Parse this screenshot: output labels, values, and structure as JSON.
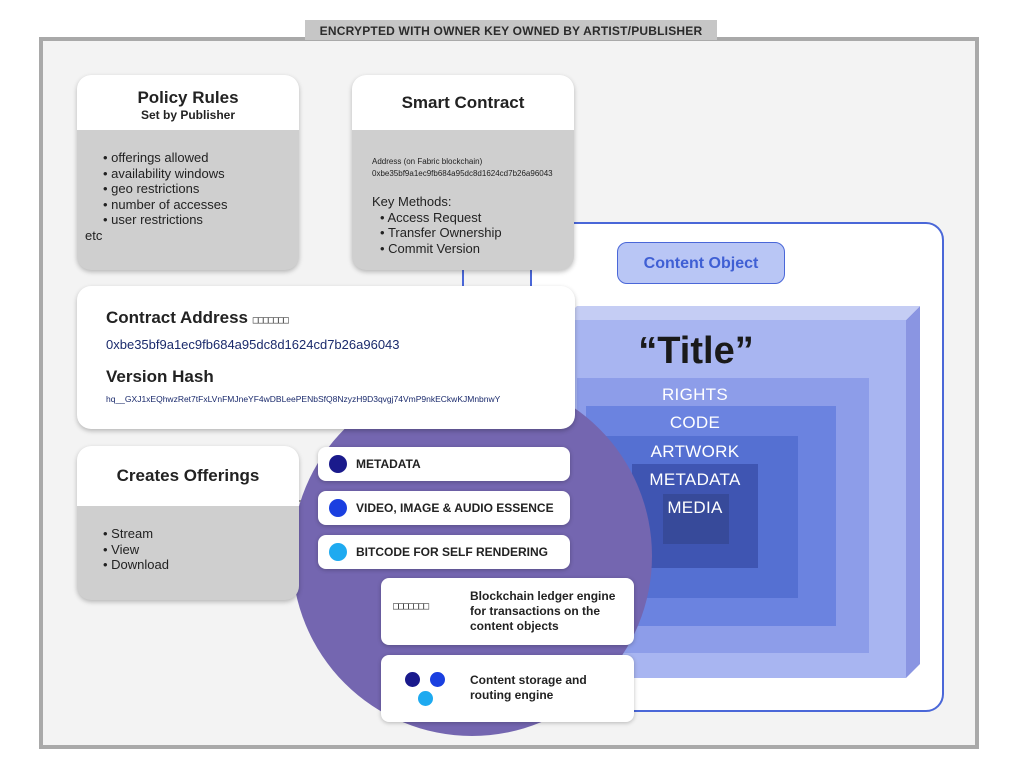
{
  "banner": "ENCRYPTED WITH OWNER KEY OWNED BY ARTIST/PUBLISHER",
  "policy": {
    "title": "Policy Rules",
    "subtitle": "Set by Publisher",
    "items": [
      "offerings allowed",
      "availability windows",
      "geo restrictions",
      "number of accesses",
      "user restrictions"
    ],
    "extra": "etc"
  },
  "smart_contract": {
    "title": "Smart Contract",
    "address_label": "Address (on Fabric blockchain)",
    "address": "0xbe35bf9a1ec9fb684a95dc8d1624cd7b26a96043",
    "methods_label": "Key Methods:",
    "methods": [
      "Access Request",
      "Transfer Ownership",
      "Commit Version"
    ]
  },
  "contract_card": {
    "address_title": "Contract Address",
    "address_glyphs": "□□□□□□□",
    "address_value": "0xbe35bf9a1ec9fb684a95dc8d1624cd7b26a96043",
    "hash_title": "Version Hash",
    "hash_value": "hq__GXJ1xEQhwzRet7tFxLVnFMJneYF4wDBLeePENbSfQ8NzyzH9D3qvgj74VmP9nkECkwKJMnbnwY"
  },
  "offerings": {
    "title": "Creates Offerings",
    "items": [
      "Stream",
      "View",
      "Download"
    ]
  },
  "content_object": {
    "label": "Content Object",
    "title": "“Title”",
    "layers": [
      "RIGHTS",
      "CODE",
      "ARTWORK",
      "METADATA",
      "MEDIA"
    ]
  },
  "essence": [
    {
      "label": "METADATA",
      "color": "#1a1a8c"
    },
    {
      "label": "VIDEO, IMAGE & AUDIO ESSENCE",
      "color": "#1a3fe0"
    },
    {
      "label": "BITCODE FOR SELF RENDERING",
      "color": "#1eaaf0"
    }
  ],
  "engines": {
    "ledger_glyphs": "□□□□□□□",
    "ledger_text": [
      "Blockchain ledger engine",
      "for transactions on the",
      "content objects"
    ],
    "storage_text": [
      "Content storage and",
      "routing engine"
    ],
    "storage_dot_colors": [
      "#1a1a8c",
      "#1a3fe0",
      "#1eaaf0"
    ]
  },
  "colors": {
    "circle": "#7466b0",
    "accent_blue": "#4a67d8"
  }
}
